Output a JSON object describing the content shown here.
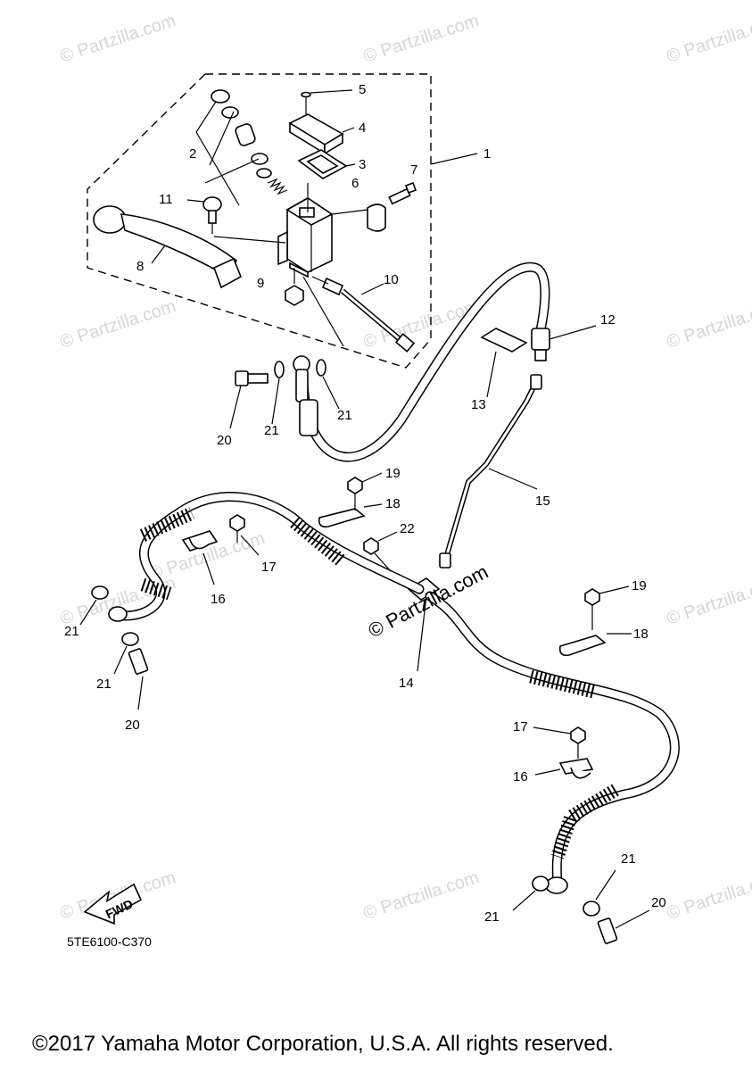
{
  "watermarks": [
    "© Partzilla.com",
    "© Partzilla.com",
    "© Partzilla.com",
    "© Partzilla.com",
    "© Partzilla.com",
    "© Partzilla.com",
    "© Partzilla.com",
    "© Partzilla.com",
    "© Partzilla.com",
    "© Partzilla.com",
    "© Partzilla.com",
    "© Partzilla.com"
  ],
  "main_watermark": "© Partzilla.com",
  "callouts": {
    "c1": "1",
    "c2": "2",
    "c3": "3",
    "c4": "4",
    "c5": "5",
    "c6": "6",
    "c7": "7",
    "c8": "8",
    "c9": "9",
    "c10": "10",
    "c11": "11",
    "c12": "12",
    "c13": "13",
    "c14": "14",
    "c15": "15",
    "c16a": "16",
    "c16b": "16",
    "c17a": "17",
    "c17b": "17",
    "c18a": "18",
    "c18b": "18",
    "c19a": "19",
    "c19b": "19",
    "c20a": "20",
    "c20b": "20",
    "c20c": "20",
    "c21a": "21",
    "c21b": "21",
    "c21c": "21",
    "c21d": "21",
    "c21e": "21",
    "c21f": "21",
    "c22": "22"
  },
  "fwd_label": "FWD",
  "diagram_code": "5TE6100-C370",
  "copyright": "©2017 Yamaha Motor Corporation, U.S.A. All rights reserved."
}
